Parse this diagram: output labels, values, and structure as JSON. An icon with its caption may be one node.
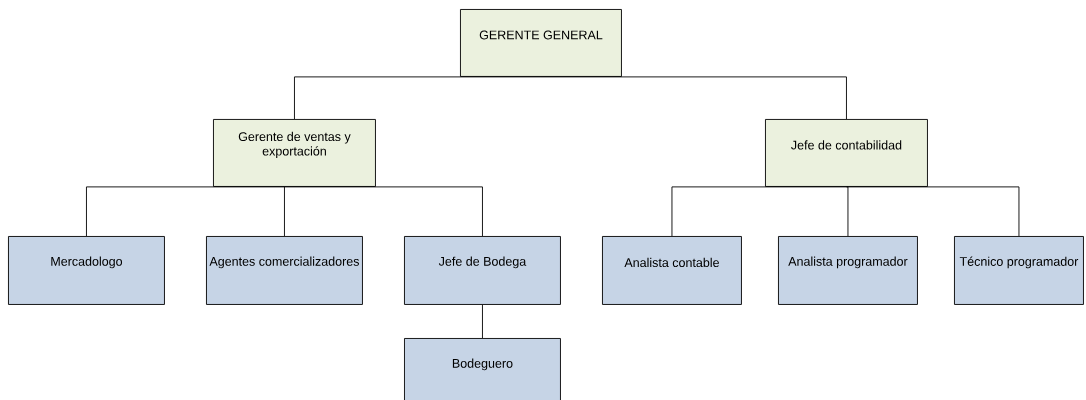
{
  "diagram": {
    "nodes": [
      {
        "text": [
          "GERENTE GENERAL"
        ]
      },
      {
        "text": [
          "Gerente de ventas y exportación"
        ]
      },
      {
        "text": [
          "Jefe de contabilidad"
        ]
      },
      {
        "text": [
          "Mercadologo"
        ]
      },
      {
        "text": [
          "Agentes comercializadores"
        ]
      },
      {
        "text": [
          "Jefe de Bodega"
        ]
      },
      {
        "text": [
          "Bodeguero"
        ]
      },
      {
        "text": [
          "Analista contable"
        ]
      },
      {
        "text": [
          "Analista programador"
        ]
      },
      {
        "text": [
          "Técnico programador"
        ]
      }
    ],
    "edges": [
      {
        "from": 0,
        "to": 1,
        "arrow": "none"
      },
      {
        "from": 0,
        "to": 2,
        "arrow": "none"
      },
      {
        "from": 1,
        "to": 3,
        "arrow": "none"
      },
      {
        "from": 1,
        "to": 4,
        "arrow": "none"
      },
      {
        "from": 1,
        "to": 5,
        "arrow": "none"
      },
      {
        "from": 5,
        "to": 6,
        "arrow": "none"
      },
      {
        "from": 2,
        "to": 7,
        "arrow": "none"
      },
      {
        "from": 2,
        "to": 8,
        "arrow": "none"
      },
      {
        "from": 2,
        "to": 9,
        "arrow": "none"
      }
    ]
  }
}
